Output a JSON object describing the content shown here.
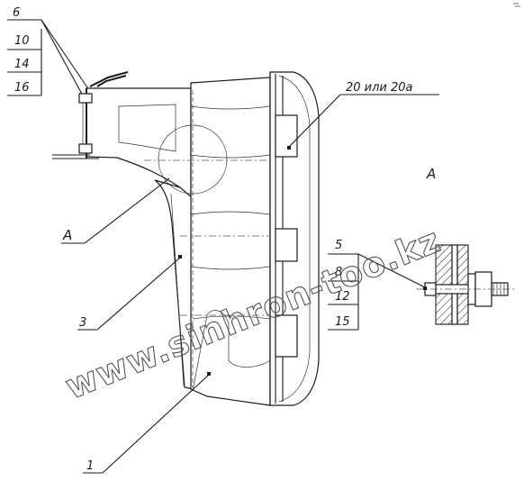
{
  "callouts": {
    "top_left": [
      "6",
      "10",
      "14",
      "16"
    ],
    "right": [
      "5",
      "8",
      "12",
      "15"
    ],
    "lamp": "20 или 20а",
    "view_a": "A",
    "section_a": "A",
    "bracket": "3",
    "body": "1"
  },
  "watermark": "www.sinhron-too.kz"
}
